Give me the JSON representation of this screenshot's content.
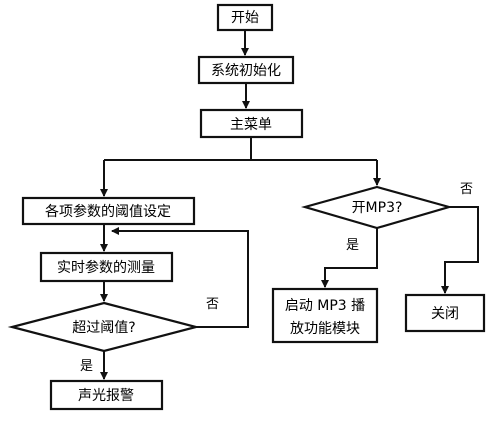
{
  "nodes": {
    "start": "开始",
    "init": "系统初始化",
    "menu": "主菜单",
    "threshold_set": "各项参数的阈值设定",
    "measure": "实时参数的测量",
    "exceed_q": "超过阈值?",
    "alarm": "声光报警",
    "mp3_q": "开MP3?",
    "mp3_start_line1": "启动 MP3 播",
    "mp3_start_line2": "放功能模块",
    "close": "关闭"
  },
  "edges": {
    "exceed_no": "否",
    "exceed_yes": "是",
    "mp3_yes": "是",
    "mp3_no": "否"
  }
}
